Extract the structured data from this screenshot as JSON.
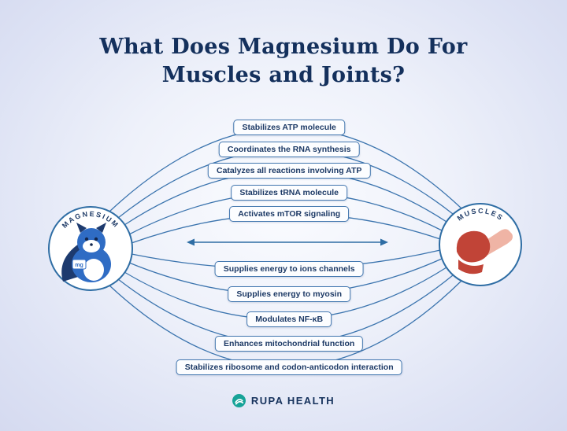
{
  "title": {
    "line1": "What Does Magnesium Do For",
    "line2": "Muscles and Joints?"
  },
  "nodes": {
    "left": {
      "label": "MAGNESIUM",
      "badge": "mg"
    },
    "right": {
      "label": "MUSCLES"
    }
  },
  "connections": [
    {
      "label": "Stabilizes ATP molecule"
    },
    {
      "label": "Coordinates the RNA synthesis"
    },
    {
      "label": "Catalyzes all reactions involving ATP"
    },
    {
      "label": "Stabilizes tRNA molecule"
    },
    {
      "label": "Activates mTOR signaling"
    },
    {
      "label": "Supplies energy to ions channels"
    },
    {
      "label": "Supplies energy to myosin"
    },
    {
      "label": "Modulates NF-κB"
    },
    {
      "label": "Enhances mitochondrial function"
    },
    {
      "label": "Stabilizes ribosome and codon-anticodon interaction"
    }
  ],
  "footer": {
    "brand": "RUPA HEALTH"
  },
  "colors": {
    "accent_line": "#3b74ae",
    "title_navy": "#14305c",
    "pill_border": "#4478b0",
    "pill_text": "#1d3a66",
    "brand_teal": "#17a398",
    "mascot_blue": "#2f6cc4",
    "muscle_red": "#c14437",
    "muscle_skin": "#efb4a5"
  }
}
